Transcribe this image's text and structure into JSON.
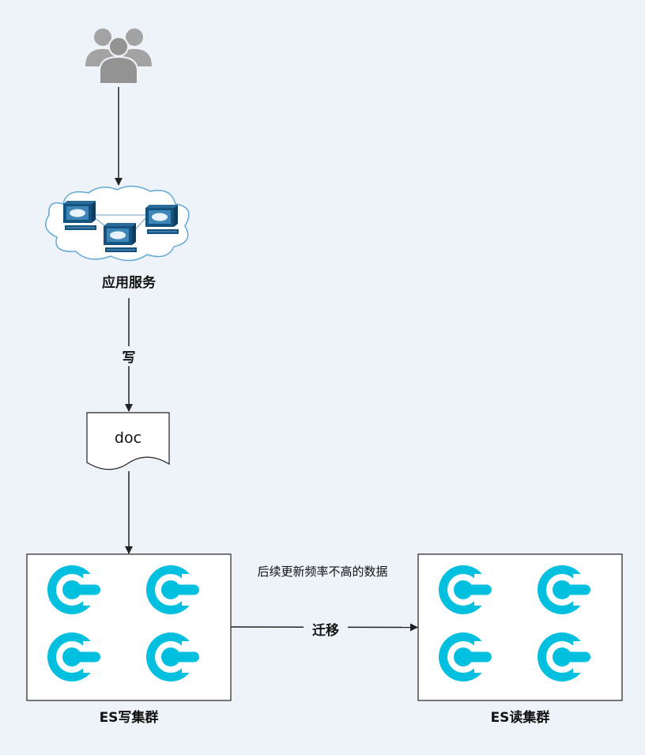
{
  "nodes": {
    "users_icon": "users-group-icon",
    "service_icon": "server-cloud-icon",
    "service_label": "应用服务",
    "doc_label": "doc",
    "write_cluster_label": "ES写集群",
    "read_cluster_label": "ES读集群",
    "es_icon": "elasticsearch-icon"
  },
  "edges": {
    "write_label": "写",
    "migrate_label": "迁移",
    "migrate_note": "后续更新频率不高的数据"
  },
  "colors": {
    "background": "#eef3fa",
    "es_icon": "#00bfdf",
    "user_icon": "#9e9e9e",
    "server_icon": "#14537f",
    "line": "#222222"
  }
}
